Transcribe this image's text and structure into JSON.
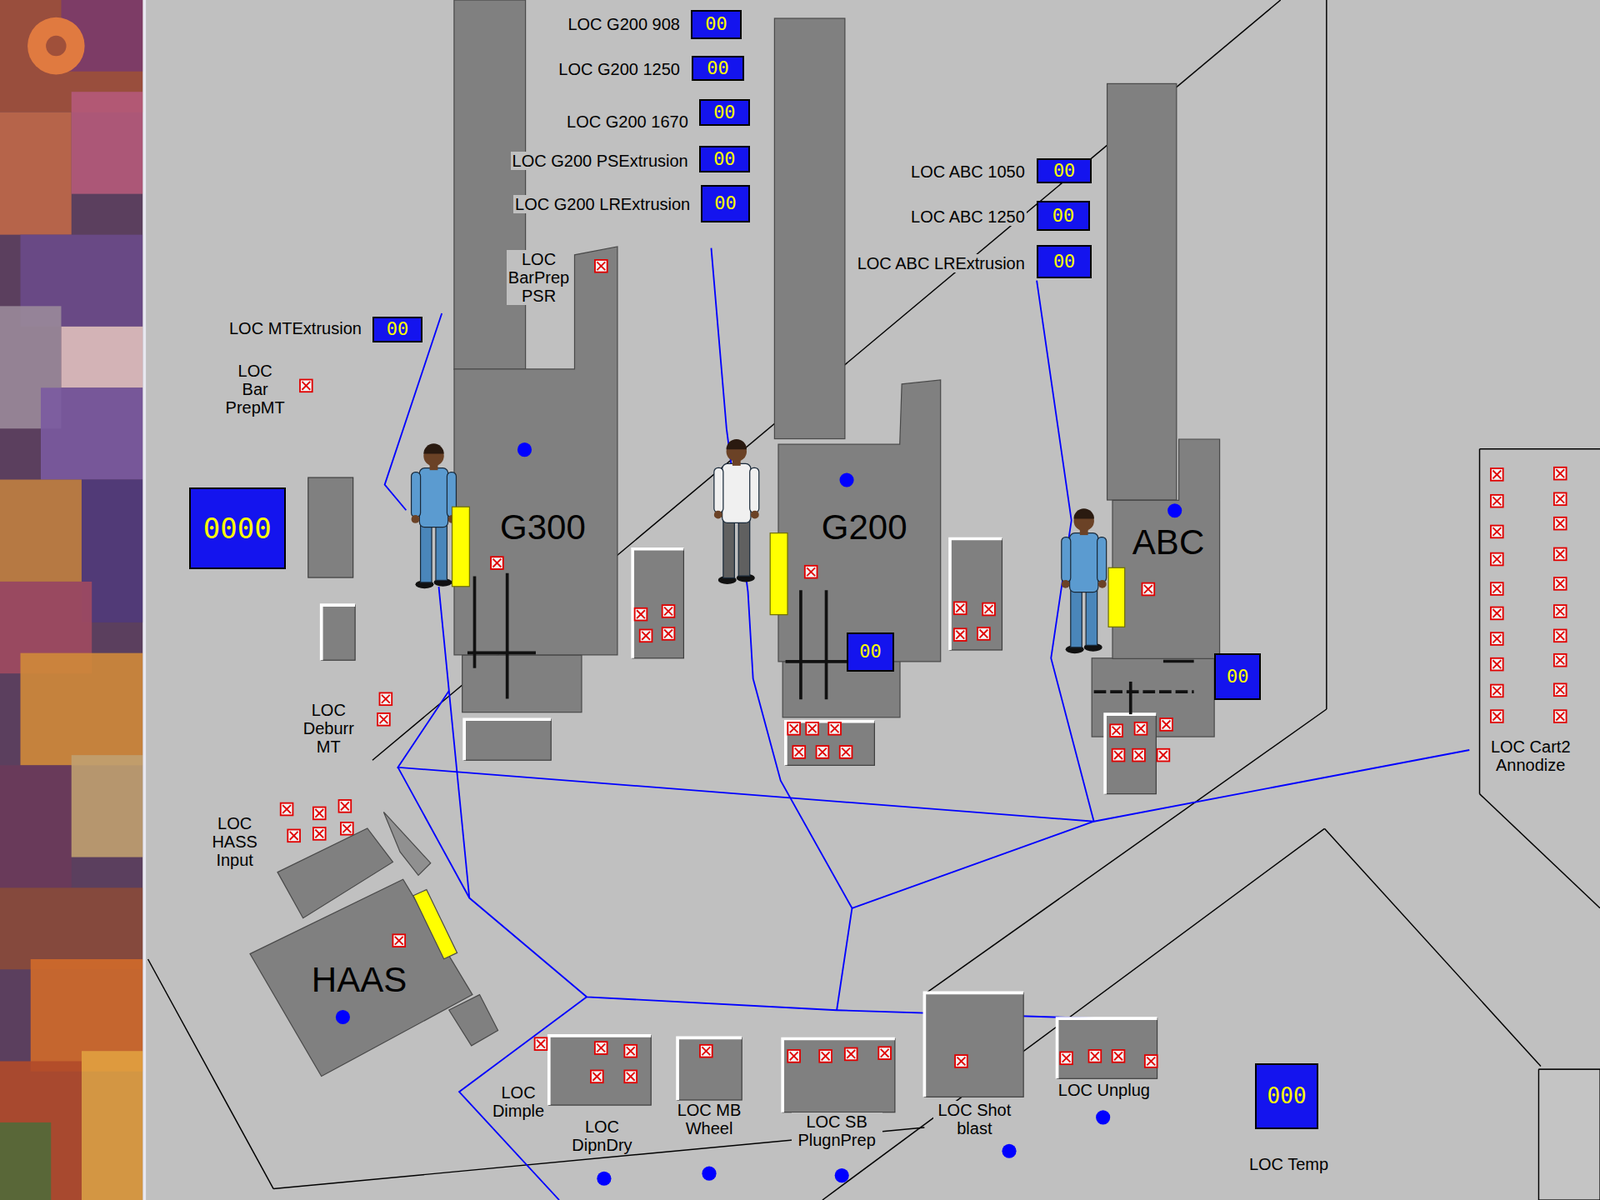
{
  "diagram": {
    "nodes": [
      {
        "text": [
          "00"
        ]
      },
      {
        "text": [
          "00"
        ]
      },
      {
        "text": [
          "00"
        ]
      },
      {
        "text": [
          "00"
        ]
      },
      {
        "text": [
          "00"
        ]
      },
      {
        "text": [
          "00"
        ]
      },
      {
        "text": [
          "00"
        ]
      },
      {
        "text": [
          "00"
        ]
      },
      {
        "text": [
          "00"
        ]
      },
      {
        "text": [
          "0000"
        ]
      },
      {
        "text": [
          "G300"
        ]
      },
      {
        "text": [
          "G200"
        ]
      },
      {
        "text": [
          "00"
        ],
        "in": 11
      },
      {
        "text": [
          "ABC"
        ]
      },
      {
        "text": [
          "00"
        ]
      },
      {
        "text": [
          "HAAS"
        ]
      },
      {
        "text": [
          "000"
        ]
      }
    ],
    "labels": [
      "LOC G200 908",
      "LOC G200 1250",
      "LOC G200 1670",
      "LOC G200 PSExtrusion",
      "LOC G200 LRExtrusion",
      "LOC BarPrep PSR",
      "LOC MTExtrusion",
      "LOC Bar PrepMT",
      "LOC ABC 1050",
      "LOC ABC 1250",
      "LOC ABC LRExtrusion",
      "LOC Deburr MT",
      "LOC HASS Input",
      "LOC Cart2 Annodize",
      "LOC Dimple",
      "LOC DipnDry",
      "LOC MB Wheel",
      "LOC SB PlugnPrep",
      "LOC Shot blast",
      "LOC Unplug",
      "LOC Temp"
    ]
  }
}
